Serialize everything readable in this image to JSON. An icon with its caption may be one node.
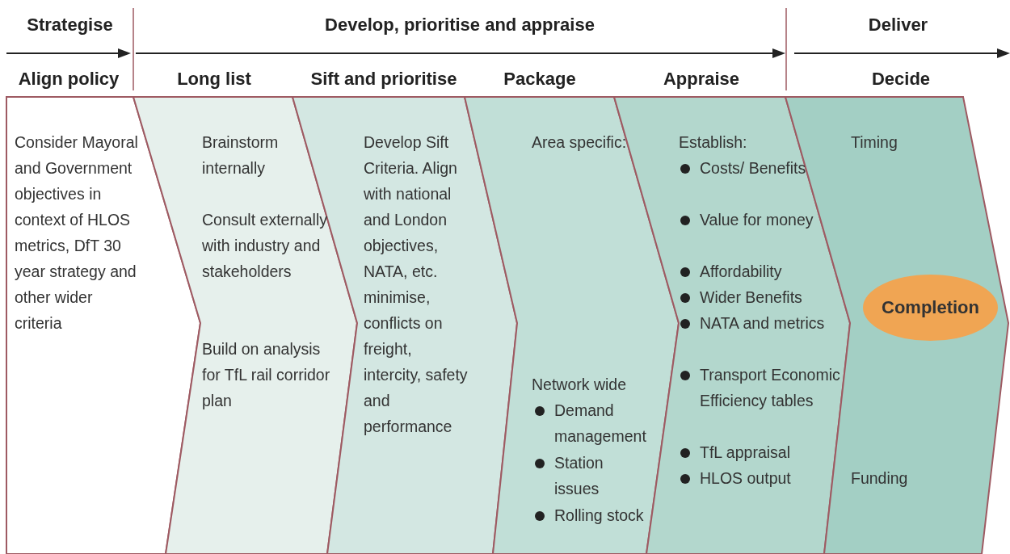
{
  "diagram": {
    "nodes": [
      {
        "text": [
          "Align policy",
          "Consider Mayoral and Government objectives in context of HLOS metrics, DfT 30 year strategy and other wider criteria"
        ]
      },
      {
        "text": [
          "Long list",
          "Brainstorm internally",
          "Consult externally with industry and stakeholders",
          "Build on analysis for TfL rail corridor plan"
        ]
      },
      {
        "text": [
          "Sift and prioritise",
          "Develop Sift Criteria. Align with national and London objectives, NATA, etc. minimise, conflicts on freight, intercity, safety and performance"
        ]
      },
      {
        "text": [
          "Package",
          "Area specific:",
          "Network wide",
          "Demand management",
          "Station issues",
          "Rolling stock"
        ]
      },
      {
        "text": [
          "Appraise",
          "Establish:",
          "Costs/ Benefits",
          "Value for money",
          "Affordability",
          "Wider Benefits",
          "NATA and metrics",
          "Transport Economic Efficiency tables",
          "TfL appraisal",
          "HLOS output"
        ]
      },
      {
        "text": [
          "Decide",
          "Timing",
          "Funding"
        ]
      },
      {
        "text": [
          "Completion"
        ],
        "in": 5
      }
    ],
    "labels": [
      "Strategise",
      "Develop, prioritise and appraise",
      "Deliver"
    ]
  }
}
